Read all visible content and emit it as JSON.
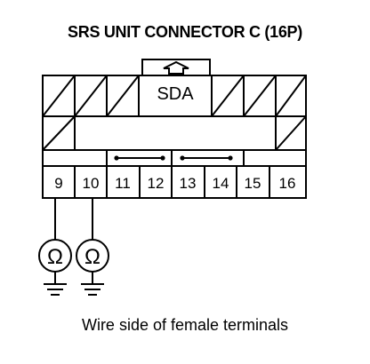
{
  "title": "SRS UNIT CONNECTOR C (16P)",
  "lock_label": "SDA",
  "pins": [
    "9",
    "10",
    "11",
    "12",
    "13",
    "14",
    "15",
    "16"
  ],
  "meter_symbol": "Ω",
  "caption": "Wire side of female terminals"
}
